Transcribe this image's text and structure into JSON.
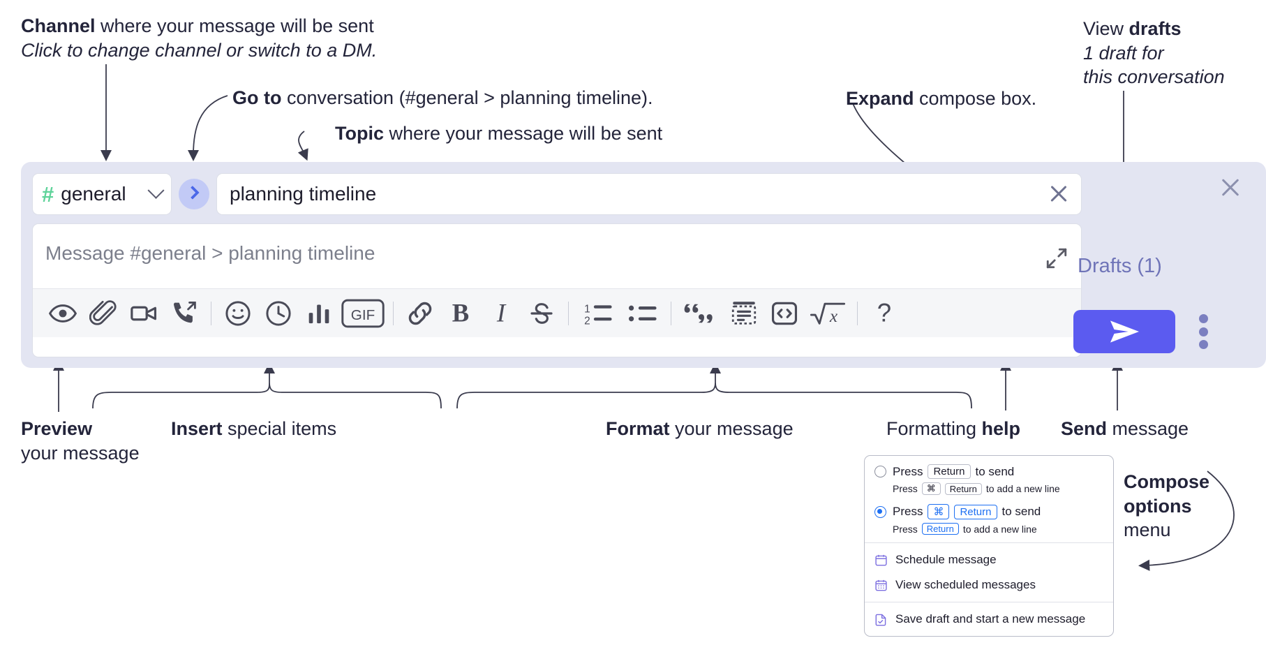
{
  "annotations": {
    "channel": {
      "bold": "Channel",
      "rest": " where your message will be sent",
      "italic": "Click to change channel or switch to a DM."
    },
    "goto": {
      "bold": "Go to",
      "rest": " conversation (#general > planning timeline)."
    },
    "topic": {
      "bold": "Topic",
      "rest": " where your message will be sent"
    },
    "expand": {
      "bold": "Expand",
      "rest": " compose box."
    },
    "drafts": {
      "plain": "View ",
      "bold": "drafts",
      "italic1": "1 draft for",
      "italic2": "this conversation"
    },
    "preview": {
      "bold": "Preview",
      "rest": "your message"
    },
    "insert": {
      "bold": "Insert",
      "rest": " special items"
    },
    "format": {
      "bold": "Format",
      "rest": " your message"
    },
    "help": {
      "plain": "Formatting ",
      "bold": "help"
    },
    "send": {
      "bold": "Send",
      "rest": " message"
    },
    "compose_options": {
      "bold1": "Compose",
      "bold2": "options",
      "rest": "menu"
    }
  },
  "compose": {
    "channel": {
      "hash": "#",
      "name": "general",
      "icon": "hash-icon",
      "chevron": "chevron-down-icon"
    },
    "goto_button": {
      "icon": "chevron-right-icon"
    },
    "topic": {
      "value": "planning timeline",
      "clear_icon": "close-icon"
    },
    "message": {
      "placeholder": "Message #general > planning timeline",
      "expand_icon": "expand-icon"
    },
    "toolbar": [
      {
        "name": "preview-button",
        "icon": "eye-icon"
      },
      {
        "name": "attach-file-button",
        "icon": "paperclip-icon"
      },
      {
        "name": "video-clip-button",
        "icon": "video-camera-icon"
      },
      {
        "name": "audio-clip-button",
        "icon": "phone-arrow-icon"
      },
      {
        "name": "divider-1",
        "icon": "divider"
      },
      {
        "name": "emoji-button",
        "icon": "smiley-icon"
      },
      {
        "name": "reminder-button",
        "icon": "clock-icon"
      },
      {
        "name": "poll-button",
        "icon": "bar-chart-icon"
      },
      {
        "name": "gif-button",
        "icon": "gif-icon",
        "label": "GIF"
      },
      {
        "name": "divider-2",
        "icon": "divider"
      },
      {
        "name": "link-button",
        "icon": "link-icon"
      },
      {
        "name": "bold-button",
        "icon": "bold-icon",
        "label": "B"
      },
      {
        "name": "italic-button",
        "icon": "italic-icon",
        "label": "I"
      },
      {
        "name": "strikethrough-button",
        "icon": "strikethrough-icon"
      },
      {
        "name": "divider-3",
        "icon": "divider"
      },
      {
        "name": "ordered-list-button",
        "icon": "ordered-list-icon"
      },
      {
        "name": "bulleted-list-button",
        "icon": "bulleted-list-icon"
      },
      {
        "name": "divider-4",
        "icon": "divider"
      },
      {
        "name": "blockquote-button",
        "icon": "quote-icon"
      },
      {
        "name": "code-block-button",
        "icon": "code-block-icon"
      },
      {
        "name": "code-button",
        "icon": "code-icon"
      },
      {
        "name": "math-button",
        "icon": "math-icon"
      },
      {
        "name": "divider-5",
        "icon": "divider"
      },
      {
        "name": "formatting-help-button",
        "icon": "question-mark-icon",
        "label": "?"
      }
    ],
    "drafts_label": "Drafts (1)",
    "send_icon": "send-paper-plane-icon",
    "kebab_icon": "more-options-icon",
    "close_icon": "close-icon"
  },
  "menu": {
    "options": [
      {
        "selected": false,
        "label_pre": "Press",
        "key": "Return",
        "label_post": "to send",
        "sub_pre": "Press",
        "sub_key1": "⌘",
        "sub_key2": "Return",
        "sub_post": "to add a new line"
      },
      {
        "selected": true,
        "label_pre": "Press",
        "key1": "⌘",
        "key2": "Return",
        "label_post": "to send",
        "sub_pre": "Press",
        "sub_key": "Return",
        "sub_post": "to add a new line"
      }
    ],
    "items": [
      {
        "label": "Schedule message",
        "icon": "calendar-clock-icon"
      },
      {
        "label": "View scheduled messages",
        "icon": "calendar-grid-icon"
      },
      {
        "label": "Save draft and start a new message",
        "icon": "file-check-icon"
      }
    ]
  },
  "colors": {
    "panel_bg": "#e3e5f2",
    "send_button": "#5b5bf0",
    "hash_green": "#5fd39a",
    "goto_blue": "#4b68e8",
    "drafts_purple": "#6f74b8",
    "radio_blue": "#1d6ff2",
    "menu_icon_purple": "#7c6fe0"
  }
}
